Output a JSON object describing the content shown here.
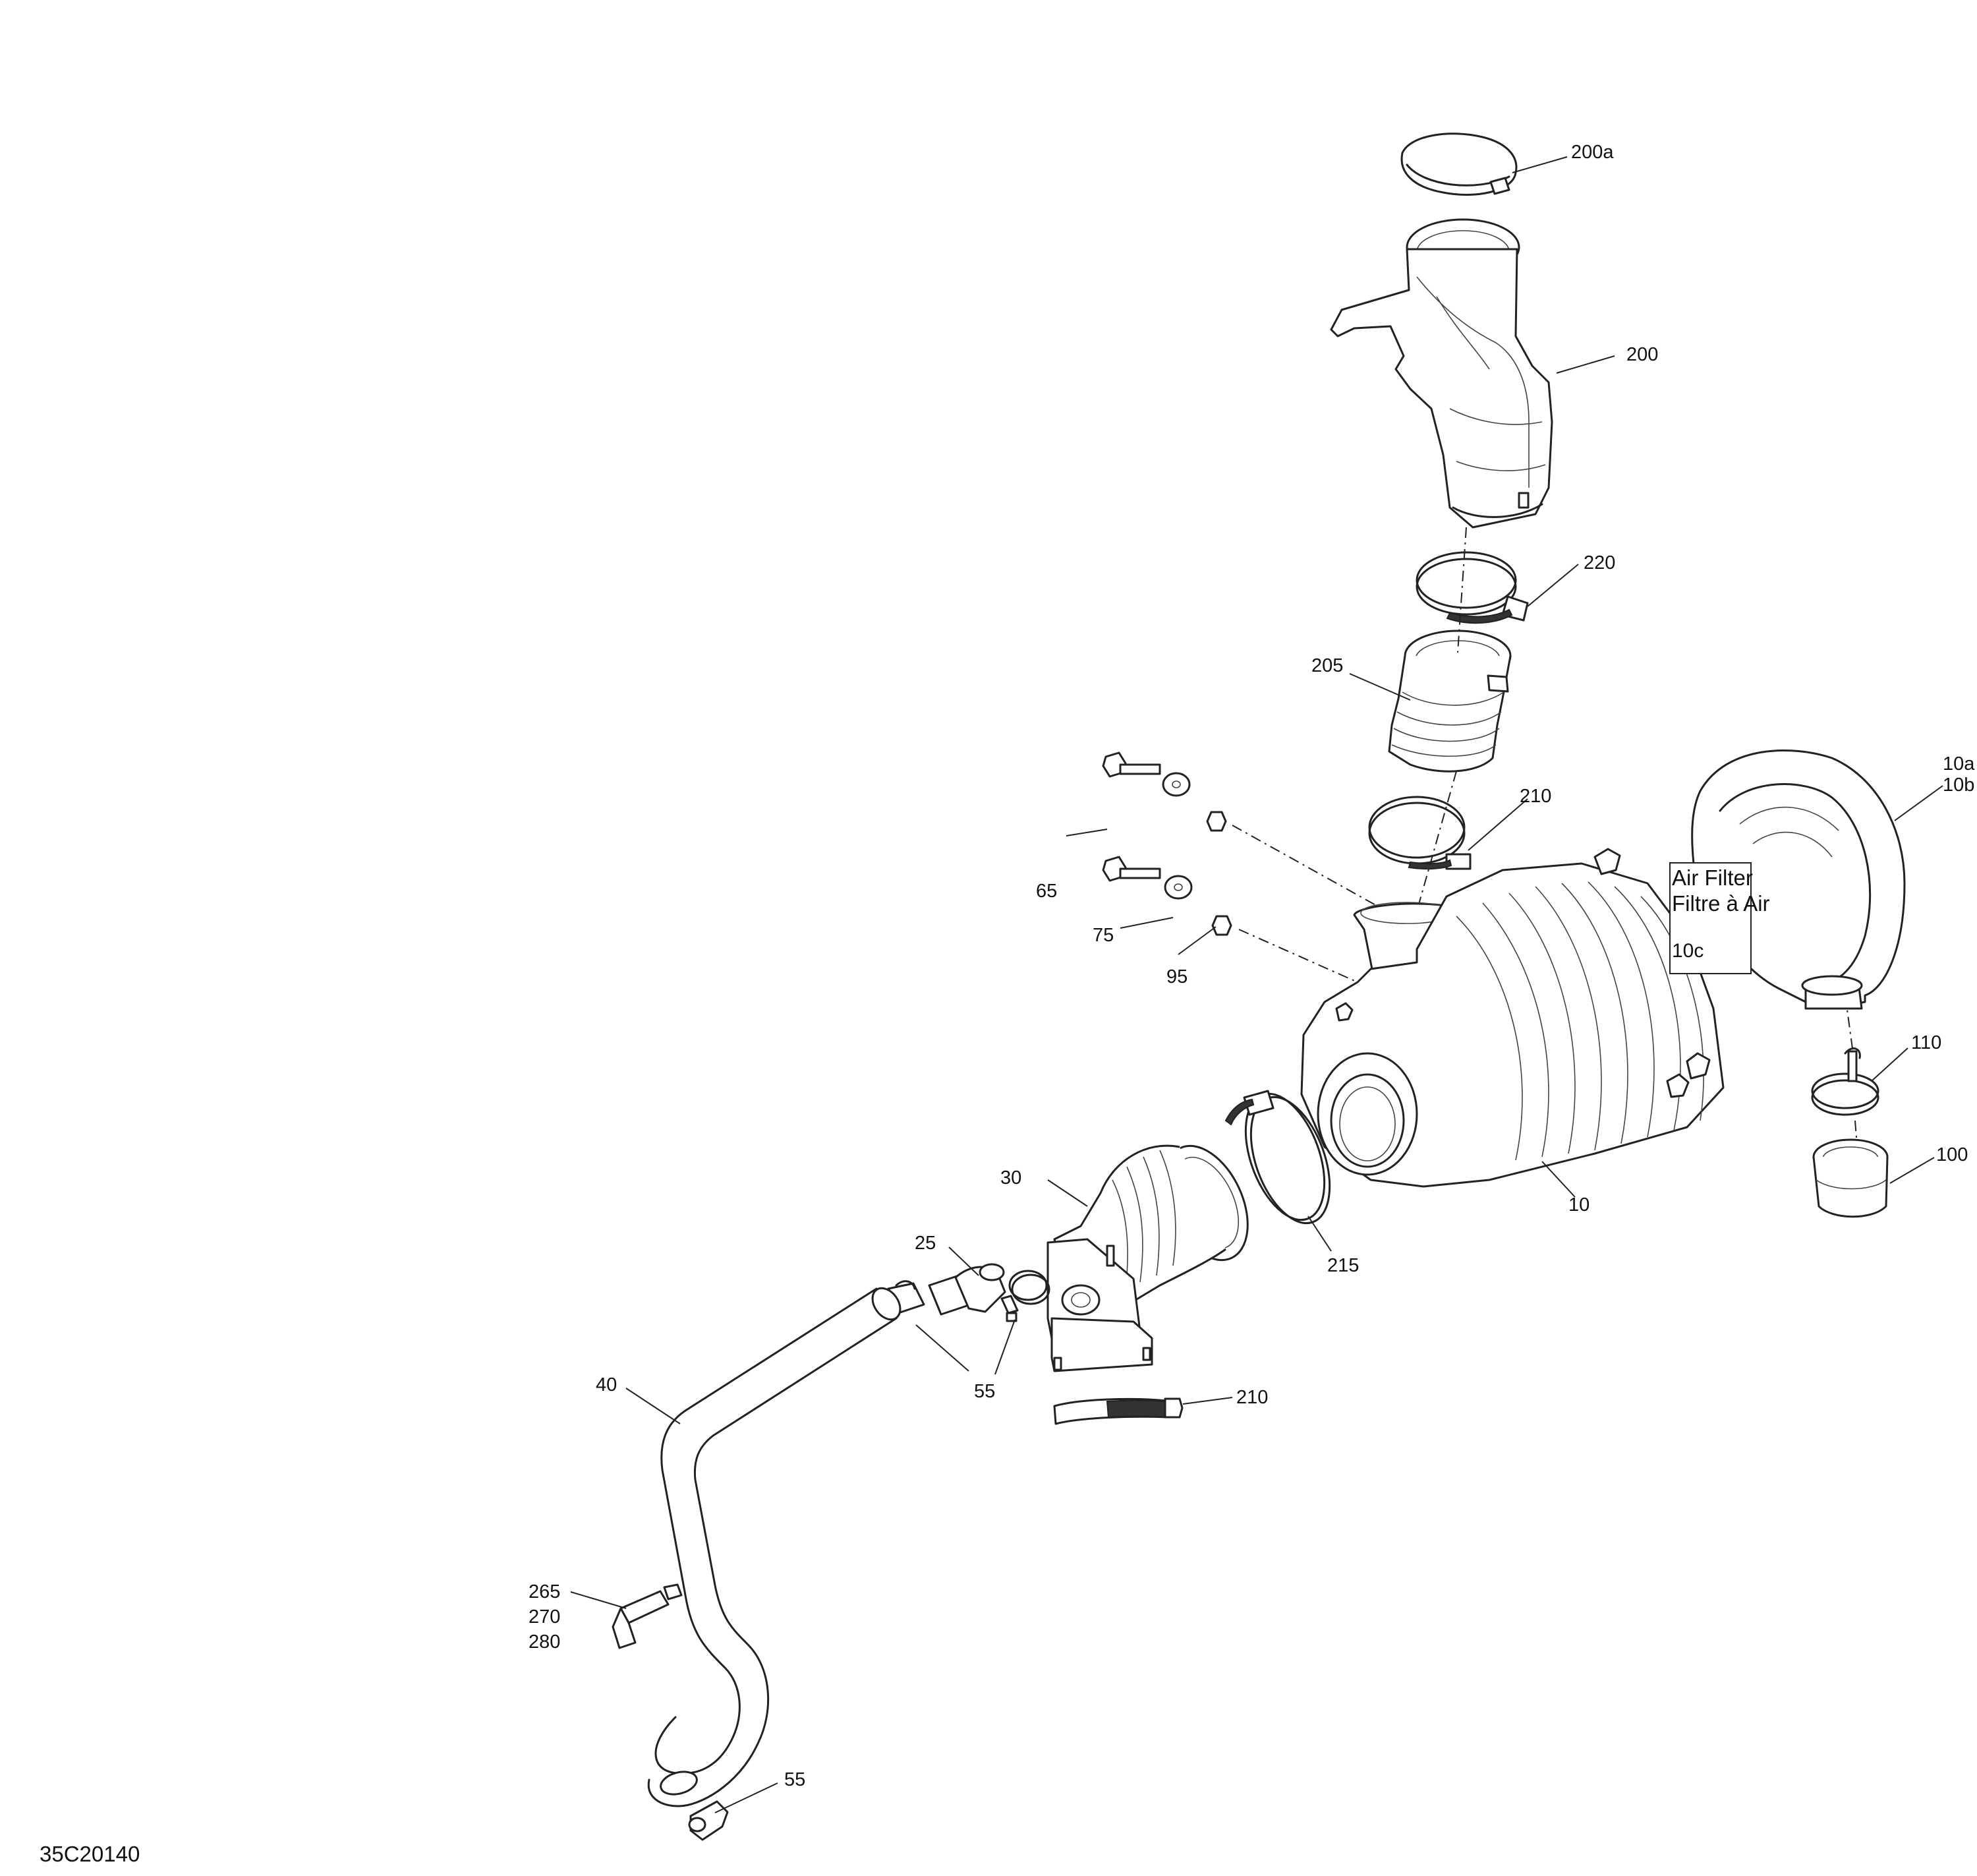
{
  "labels": {
    "p200a": "200a",
    "p200": "200",
    "p220": "220",
    "p205": "205",
    "p210_top": "210",
    "p10a": "10a",
    "p10b": "10b",
    "p65": "65",
    "p75": "75",
    "p95": "95",
    "p110": "110",
    "p100": "100",
    "p10": "10",
    "p30": "30",
    "p25": "25",
    "p215": "215",
    "p55_mid": "55",
    "p40": "40",
    "p210_bottom": "210",
    "p265": "265",
    "p270": "270",
    "p280": "280",
    "p55_bottom": "55"
  },
  "callout": {
    "line1": "Air Filter",
    "line2": "Filtre à Air",
    "code": "10c"
  },
  "reference": "35C20140"
}
